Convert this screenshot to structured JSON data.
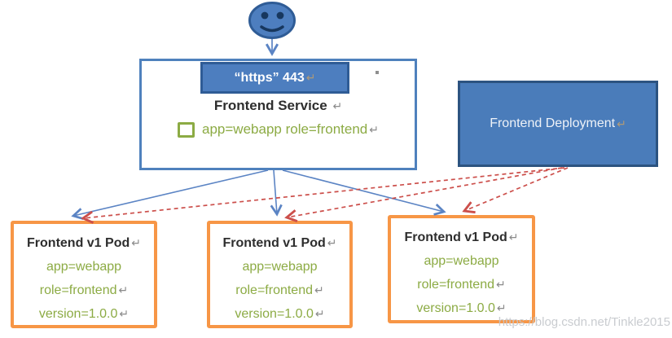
{
  "colors": {
    "blue_fill": "#4d7ebf",
    "blue_dark_border": "#2f5c96",
    "service_border": "#4f81bd",
    "arrow_blue": "#5b84c4",
    "arrow_red": "#cc4f4b",
    "orange_border": "#f79646",
    "green_label": "#8cab44",
    "dark_text": "#2e2e2e",
    "return_mark_gray": "#8a8a8a",
    "return_mark_tan": "#b09a78",
    "watermark_gray": "#c3c6cb"
  },
  "marks": {
    "return": "↵"
  },
  "user": {
    "icon": "smiley-user-icon"
  },
  "service": {
    "port_label": "“https” 443",
    "title": "Frontend Service",
    "selector": "app=webapp role=frontend",
    "selector_icon": "label-square-icon"
  },
  "deployment": {
    "title": "Frontend Deployment"
  },
  "pods": [
    {
      "title": "Frontend v1 Pod",
      "labels": [
        "app=webapp",
        "role=frontend",
        "version=1.0.0"
      ]
    },
    {
      "title": "Frontend v1 Pod",
      "labels": [
        "app=webapp",
        "role=frontend",
        "version=1.0.0"
      ]
    },
    {
      "title": "Frontend v1 Pod",
      "labels": [
        "app=webapp",
        "role=frontend",
        "version=1.0.0"
      ]
    }
  ],
  "watermark": {
    "text": "https://blog.csdn.net/Tinkle2015"
  }
}
